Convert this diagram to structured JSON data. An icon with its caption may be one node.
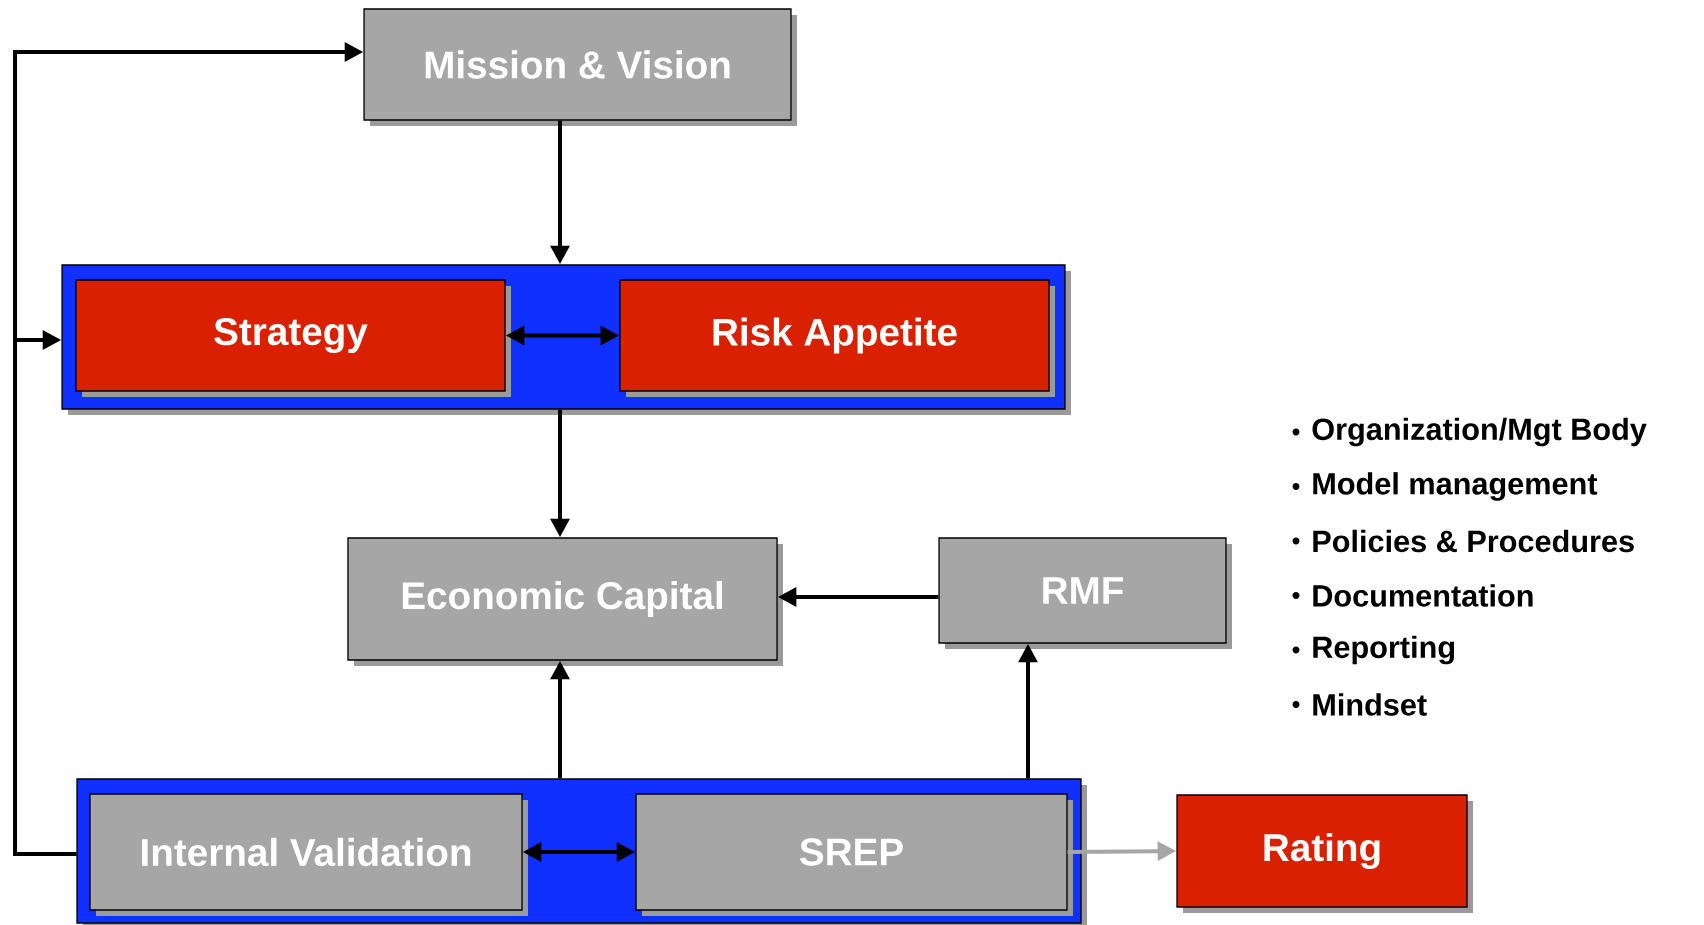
{
  "diagram": {
    "nodes": [
      {
        "text": [
          "Mission & Vision"
        ]
      },
      {
        "text": [],
        "shape": "box"
      },
      {
        "text": [
          "Strategy"
        ],
        "in": 1
      },
      {
        "text": [
          "Risk Appetite"
        ],
        "in": 1
      },
      {
        "text": [
          "Economic Capital"
        ]
      },
      {
        "text": [
          "RMF"
        ]
      },
      {
        "text": [],
        "shape": "box"
      },
      {
        "text": [
          "Internal Validation"
        ],
        "in": 6
      },
      {
        "text": [
          "SREP"
        ],
        "in": 6
      },
      {
        "text": [
          "Rating"
        ]
      }
    ],
    "edges": [
      {
        "from": 0,
        "to": 1,
        "arrow": "to"
      },
      {
        "from": 2,
        "to": 3,
        "arrow": "both"
      },
      {
        "from": 1,
        "to": 4,
        "arrow": "to"
      },
      {
        "from": 5,
        "to": 4,
        "arrow": "to"
      },
      {
        "from": 6,
        "to": 4,
        "arrow": "to"
      },
      {
        "from": 6,
        "to": 5,
        "arrow": "to"
      },
      {
        "from": 7,
        "to": 8,
        "arrow": "both"
      },
      {
        "from": 8,
        "to": 9,
        "arrow": "to",
        "color": "#a6a6a6"
      },
      {
        "from": 6,
        "to": 0,
        "arrow": "to"
      },
      {
        "from": 6,
        "to": 1,
        "arrow": "to"
      }
    ],
    "labels": [
      "Organization/Mgt Body",
      "Model management",
      "Policies & Procedures",
      "Documentation",
      "Reporting",
      "Mindset"
    ]
  }
}
